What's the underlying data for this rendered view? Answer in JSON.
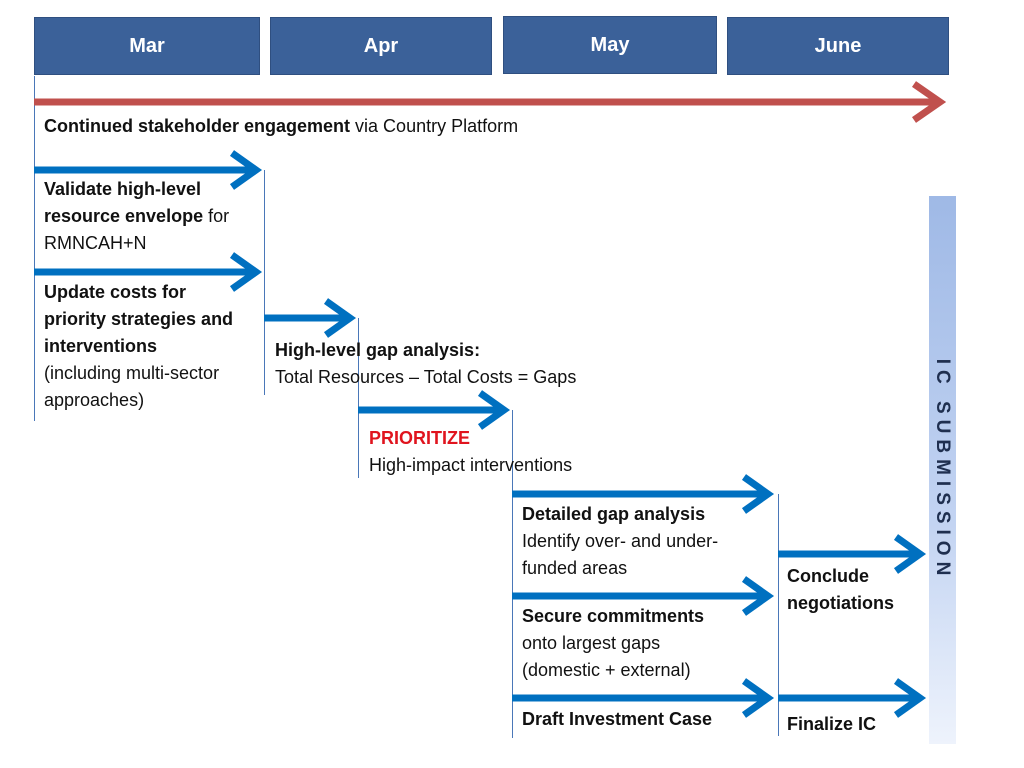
{
  "months": [
    "Mar",
    "Apr",
    "May",
    "June"
  ],
  "timeline": {
    "bold": "Continued stakeholder engagement",
    "rest": " via Country Platform"
  },
  "steps": {
    "validate": {
      "bold": "Validate high-level resource envelope",
      "rest": " for RMNCAH+N"
    },
    "update_costs": {
      "bold": "Update costs for priority strategies and interventions",
      "rest": " (including multi-sector approaches)"
    },
    "gap_high": {
      "bold": "High-level gap analysis:",
      "rest": "Total Resources –  Total Costs = Gaps"
    },
    "prioritize": {
      "highlight": "PRIORITIZE",
      "rest": "High-impact interventions"
    },
    "gap_detailed": {
      "bold": "Detailed gap analysis",
      "rest": "Identify over- and under-funded areas"
    },
    "secure": {
      "bold": "Secure commitments",
      "rest": "onto largest gaps (domestic + external)"
    },
    "draft": {
      "bold": "Draft Investment Case"
    },
    "conclude": {
      "bold": "Conclude negotiations"
    },
    "finalize": {
      "bold": "Finalize IC"
    }
  },
  "ic_submission": "IC   SUBMISSION",
  "colors": {
    "month_bg": "#3b6199",
    "timeline_arrow": "#c0504d",
    "step_arrow": "#0070c0",
    "highlight": "#e0141e"
  }
}
